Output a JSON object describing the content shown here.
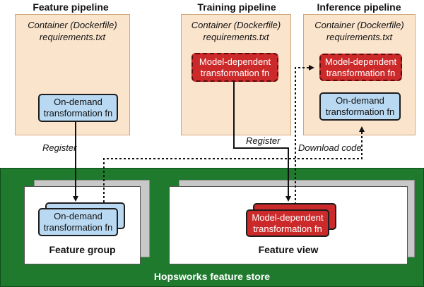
{
  "pipelines": {
    "feature": {
      "title": "Feature pipeline",
      "container_line1": "Container (Dockerfile)",
      "container_line2": "requirements.txt",
      "fn_line1": "On-demand",
      "fn_line2": "transformation fn"
    },
    "training": {
      "title": "Training pipeline",
      "container_line1": "Container (Dockerfile)",
      "container_line2": "requirements.txt",
      "fn_line1": "Model-dependent",
      "fn_line2": "transformation fn"
    },
    "inference": {
      "title": "Inference pipeline",
      "container_line1": "Container (Dockerfile)",
      "container_line2": "requirements.txt",
      "fn1_line1": "Model-dependent",
      "fn1_line2": "transformation fn",
      "fn2_line1": "On-demand",
      "fn2_line2": "transformation fn"
    }
  },
  "arrows": {
    "register_left": "Register",
    "register_right": "Register",
    "download": "Download code"
  },
  "store": {
    "label": "Hopsworks feature store",
    "feature_group": {
      "label": "Feature group",
      "fn_line1": "On-demand",
      "fn_line2": "transformation fn"
    },
    "feature_view": {
      "label": "Feature view",
      "fn_line1": "Model-dependent",
      "fn_line2": "transformation fn"
    }
  },
  "colors": {
    "container": "#fbe4cc",
    "on_demand": "#b9d9f2",
    "model_dependent": "#cc2a2a",
    "store": "#1f7a2e"
  }
}
